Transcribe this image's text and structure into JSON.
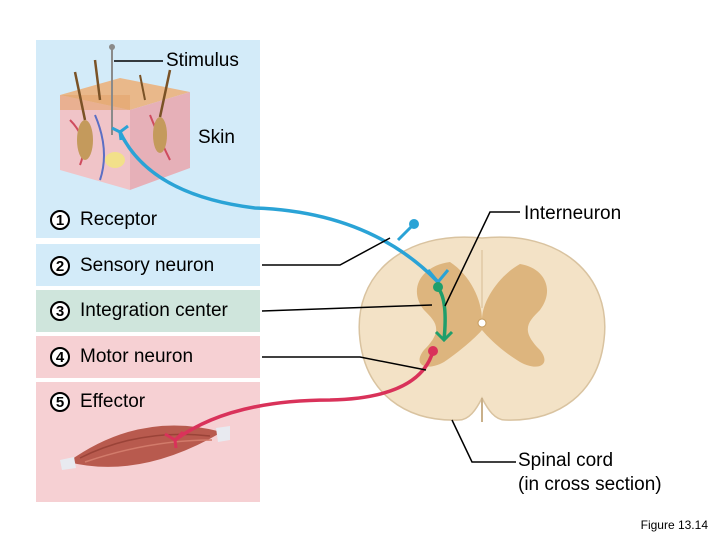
{
  "labels": {
    "stimulus": "Stimulus",
    "skin": "Skin",
    "interneuron": "Interneuron",
    "spinal_cord_line1": "Spinal cord",
    "spinal_cord_line2": "(in cross section)",
    "figure": "Figure 13.14"
  },
  "steps": [
    {
      "num": "1",
      "label": "Receptor"
    },
    {
      "num": "2",
      "label": "Sensory neuron"
    },
    {
      "num": "3",
      "label": "Integration center"
    },
    {
      "num": "4",
      "label": "Motor neuron"
    },
    {
      "num": "5",
      "label": "Effector"
    }
  ],
  "colors": {
    "sensory": "#2aa3d6",
    "inter": "#1f9e6b",
    "motor": "#d9325a",
    "panel_blue": "#d3ebf9",
    "panel_green": "#cfe5dc",
    "panel_pink": "#f6d0d3",
    "cord": "#f3e2c6",
    "gray_matter": "#ddb57e"
  }
}
